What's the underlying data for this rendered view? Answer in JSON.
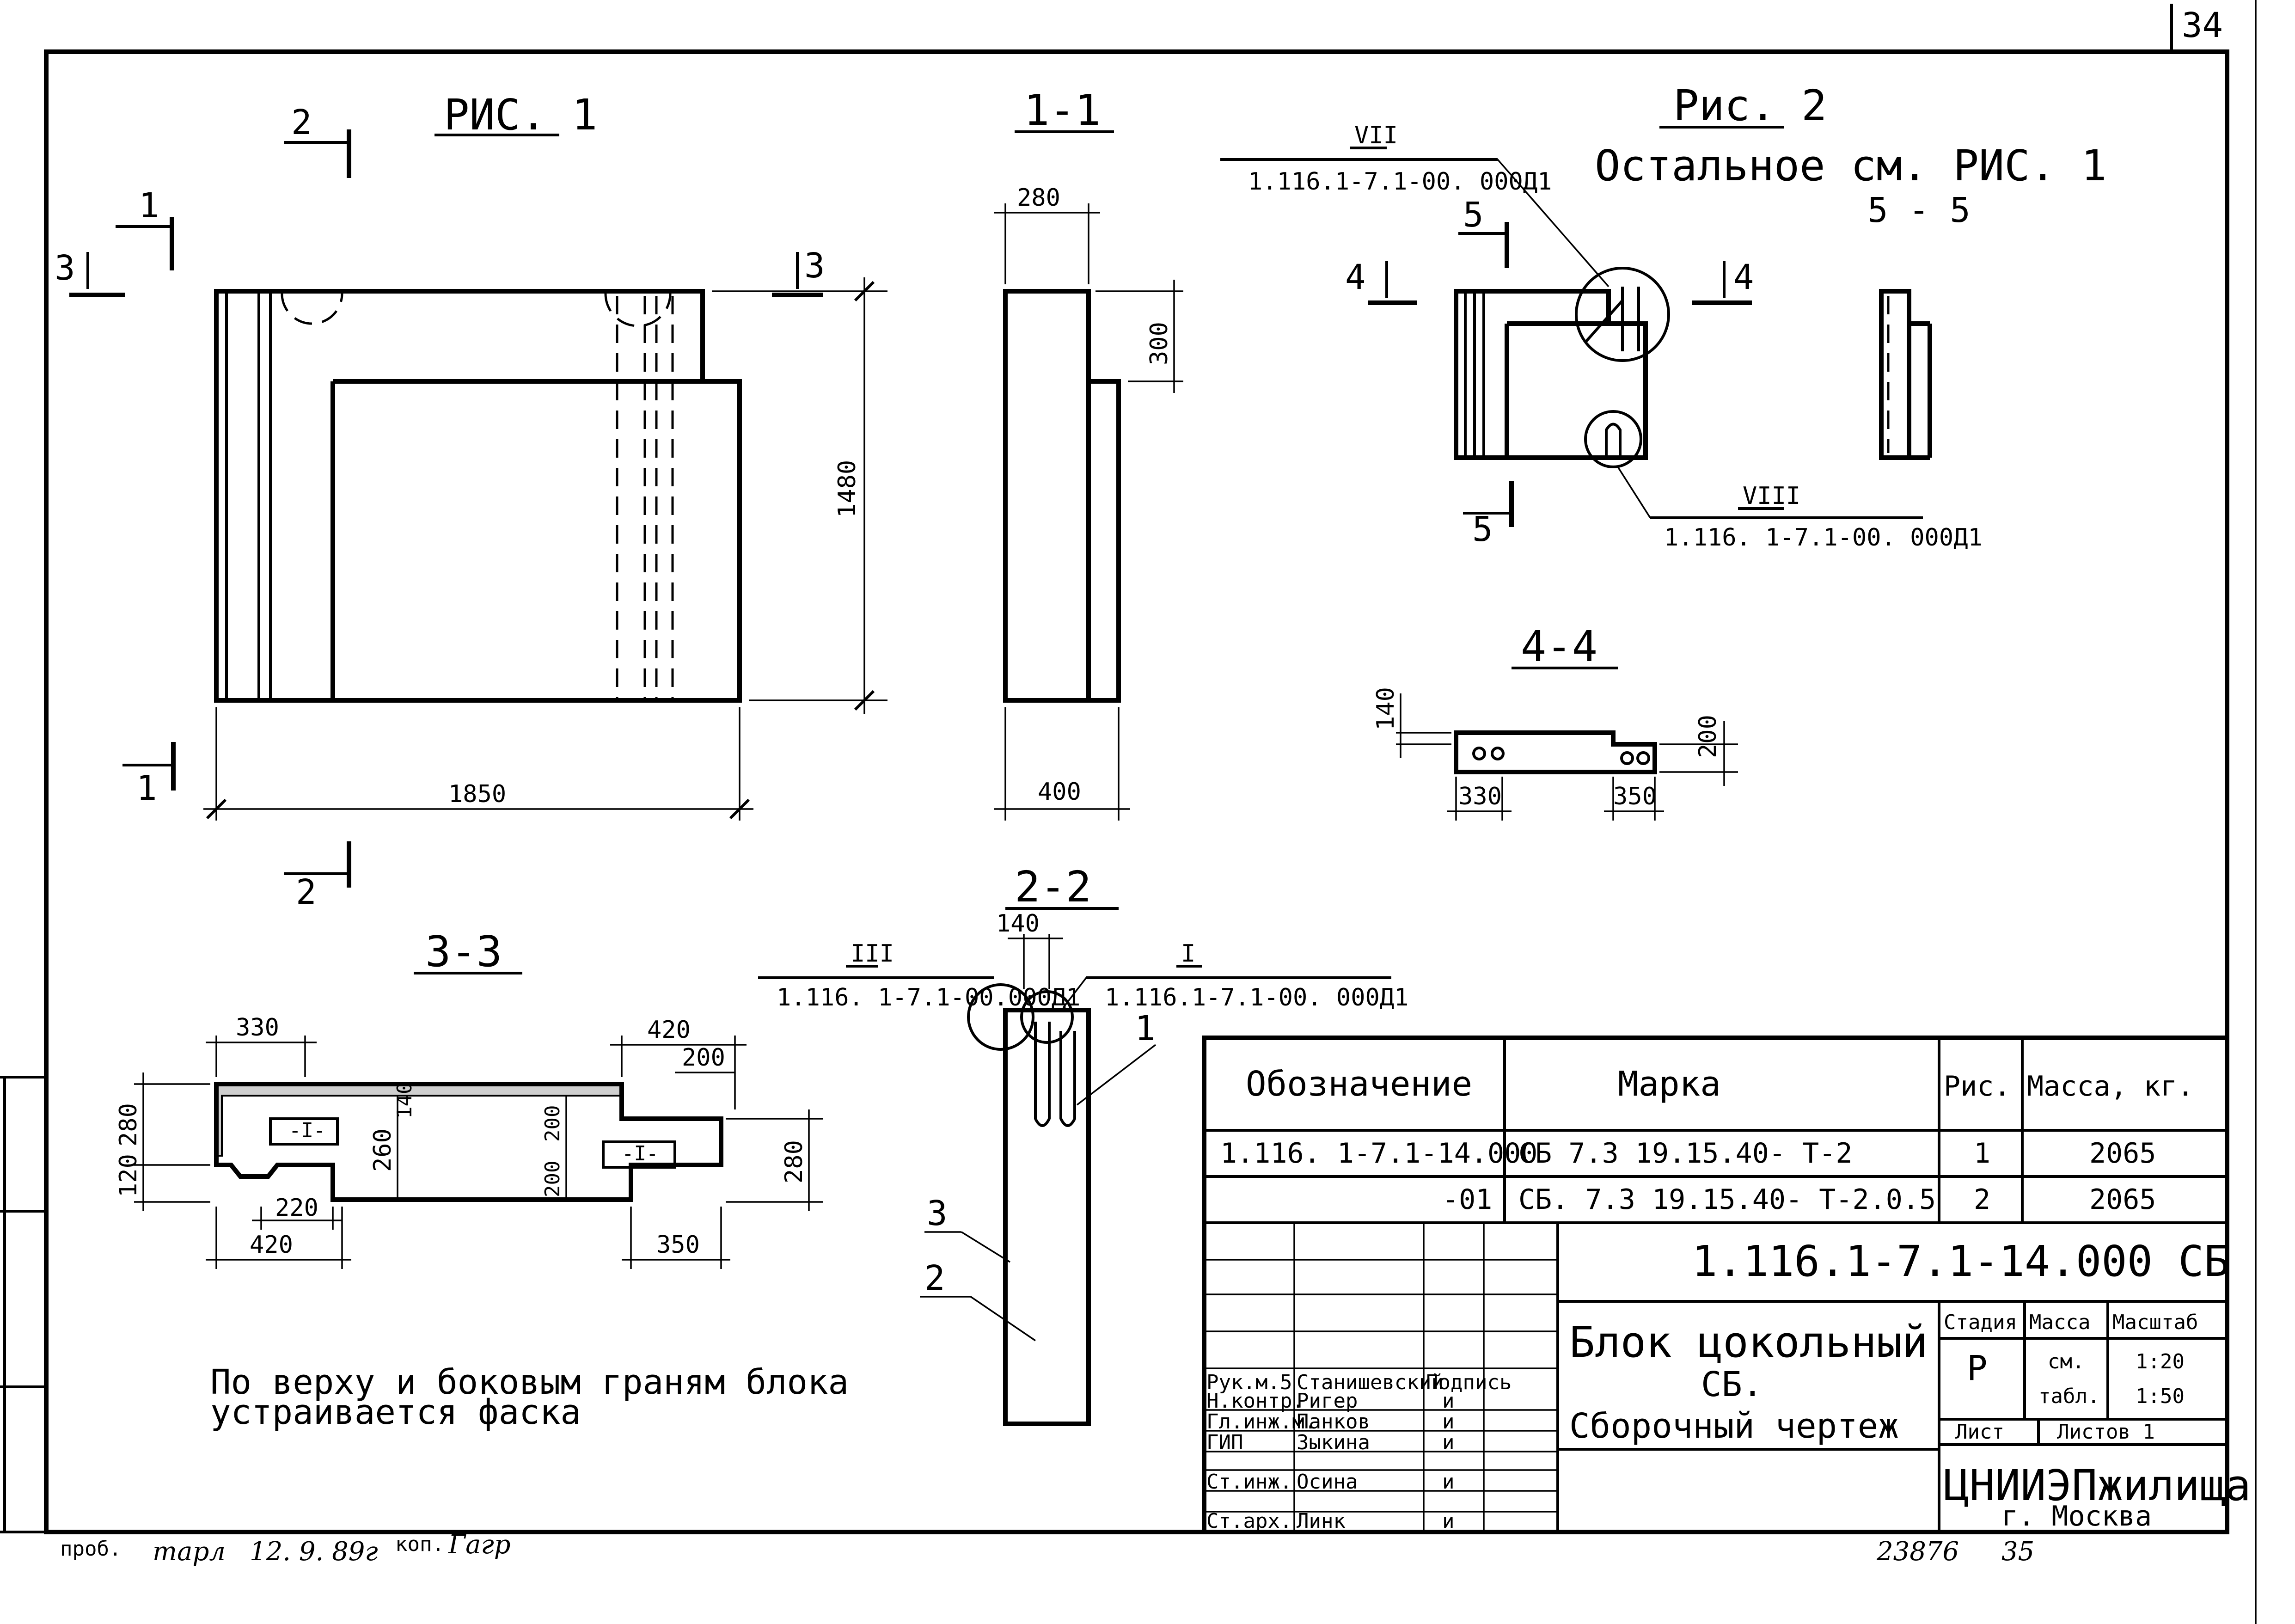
{
  "sheet": {
    "number": "34",
    "bottom_stamp": "23876",
    "bottom_page": "35",
    "check_label": "проб.",
    "check_sign": "тарл",
    "check_date": "12. 9. 89г",
    "copy_label": "коп.",
    "copy_sign": "Гагр"
  },
  "views": {
    "fig1_title": "РИС. 1",
    "sec11_title": "1-1",
    "fig2_title": "Рис. 2",
    "fig2_note": "Остальное см. РИС. 1",
    "sec55_title": "5 - 5",
    "sec44_title": "4-4",
    "sec22_title": "2-2",
    "sec33_title": "3-3"
  },
  "cut_marks": {
    "c1": "1",
    "c2": "2",
    "c3": "3",
    "c4": "4",
    "c5": "5"
  },
  "dims": {
    "fig1_width": "1850",
    "fig1_height": "1480",
    "s11_top": "280",
    "s11_step": "300",
    "s11_bottom": "400",
    "s44_h1": "140",
    "s44_h2": "200",
    "s44_w1": "330",
    "s44_w2": "350",
    "s22_top": "140",
    "s33_330": "330",
    "s33_420_top": "420",
    "s33_200_top": "200",
    "s33_280_left": "280",
    "s33_120": "120",
    "s33_260": "260",
    "s33_140": "140",
    "s33_200_mid": "200",
    "s33_200_low": "200",
    "s33_280_right": "280",
    "s33_220": "220",
    "s33_420_bot": "420",
    "s33_350": "350"
  },
  "callouts": {
    "vii_roman": "VII",
    "vii_ref": "1.116.1-7.1-00. 000Д1",
    "viii_roman": "VIII",
    "viii_ref": "1.116. 1-7.1-00. 000Д1",
    "iii_roman": "III",
    "iii_ref": "1.116. 1-7.1-00.000Д1",
    "i_roman": "I",
    "i_ref": "1.116.1-7.1-00. 000Д1",
    "pos1": "1",
    "pos2": "2",
    "pos3": "3",
    "insert_mark": "-I-"
  },
  "note": {
    "line1": "По верху и боковым граням блока",
    "line2": "устраивается фаска"
  },
  "spec": {
    "headers": [
      "Обозначение",
      "Марка",
      "Рис.",
      "Масса, кг."
    ],
    "rows": [
      [
        "1.116. 1-7.1-14.000",
        "СБ 7.3 19.15.40- Т-2",
        "1",
        "2065"
      ],
      [
        "-01",
        "СБ. 7.3 19.15.40- Т-2.0.5",
        "2",
        "2065"
      ]
    ]
  },
  "title_block": {
    "doc_code": "1.116.1-7.1-14.000 СБ",
    "title_l1": "Блок цокольный",
    "title_l2": "СБ.",
    "title_l3": "Сборочный чертеж",
    "stage_h": "Стадия",
    "mass_h": "Масса",
    "scale_h": "Масштаб",
    "stage": "Р",
    "mass_l1": "см.",
    "mass_l2": "табл.",
    "scale_l1": "1:20",
    "scale_l2": "1:50",
    "sheet_h": "Лист",
    "sheets_h": "Листов 1",
    "org": "ЦНИИЭПжилища",
    "city": "г. Москва",
    "signers": [
      [
        "Рук.м.5",
        "Станишевский",
        "Подпись"
      ],
      [
        "Н.контр.",
        "Ригер",
        "и"
      ],
      [
        "Гл.инж.м.",
        "Панков",
        "и"
      ],
      [
        "ГИП",
        "Зыкина",
        "и"
      ],
      [
        "Ст.инж.",
        "Осина",
        "и"
      ],
      [
        "Ст.арх.",
        "Линк",
        "и"
      ]
    ]
  }
}
